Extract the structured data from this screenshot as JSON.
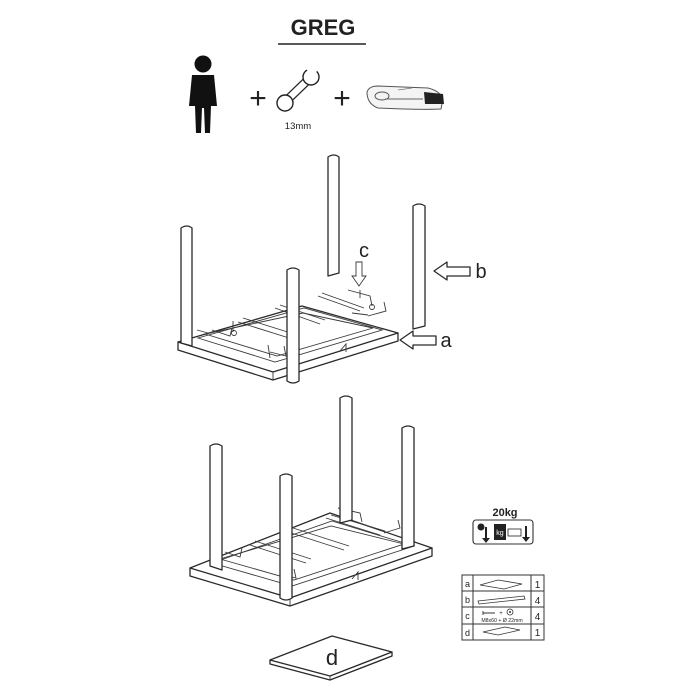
{
  "title": "GREG",
  "tools": {
    "plus": "+",
    "wrench_size": "13mm",
    "person_icon": "person-icon",
    "wrench_icon": "wrench-icon",
    "knife_icon": "utility-knife-icon"
  },
  "callouts": {
    "a": "a",
    "b": "b",
    "c": "c",
    "d": "d"
  },
  "weight": {
    "label": "20kg",
    "kg_mark": "kg"
  },
  "parts": [
    {
      "letter": "a",
      "desc": "",
      "qty": "1"
    },
    {
      "letter": "b",
      "desc": "",
      "qty": "4"
    },
    {
      "letter": "c",
      "desc": "M8x60 + Ø 22mm",
      "qty": "4"
    },
    {
      "letter": "d",
      "desc": "",
      "qty": "1"
    }
  ]
}
